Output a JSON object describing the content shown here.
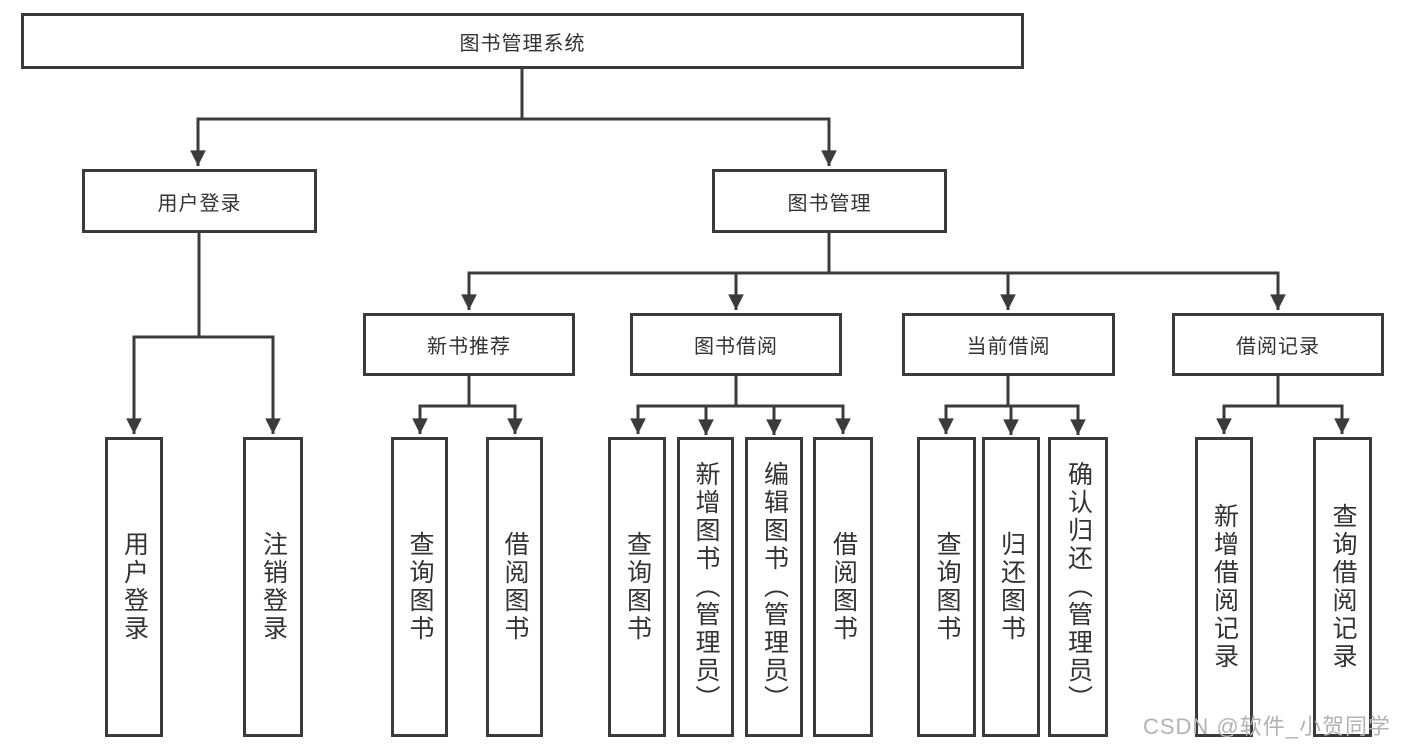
{
  "diagram": {
    "root": {
      "label": "图书管理系统"
    },
    "level2": [
      {
        "label": "用户登录"
      },
      {
        "label": "图书管理"
      }
    ],
    "level3": [
      {
        "label": "新书推荐"
      },
      {
        "label": "图书借阅"
      },
      {
        "label": "当前借阅"
      },
      {
        "label": "借阅记录"
      }
    ],
    "leaves": {
      "user_login": [
        {
          "label": "用户登录"
        },
        {
          "label": "注销登录"
        }
      ],
      "new_books": [
        {
          "label": "查询图书"
        },
        {
          "label": "借阅图书"
        }
      ],
      "book_borrow": [
        {
          "label": "查询图书"
        },
        {
          "label": "新增图书（管理员）"
        },
        {
          "label": "编辑图书（管理员）"
        },
        {
          "label": "借阅图书"
        }
      ],
      "current_borrow": [
        {
          "label": "查询图书"
        },
        {
          "label": "归还图书"
        },
        {
          "label": "确认归还（管理员）"
        }
      ],
      "borrow_records": [
        {
          "label": "新增借阅记录"
        },
        {
          "label": "查询借阅记录"
        }
      ]
    }
  },
  "watermark": "CSDN @软件_小贺同学",
  "colors": {
    "line": "#3b3b3b",
    "text": "#333333",
    "watermark": "#b3b3b3",
    "background": "#ffffff"
  }
}
